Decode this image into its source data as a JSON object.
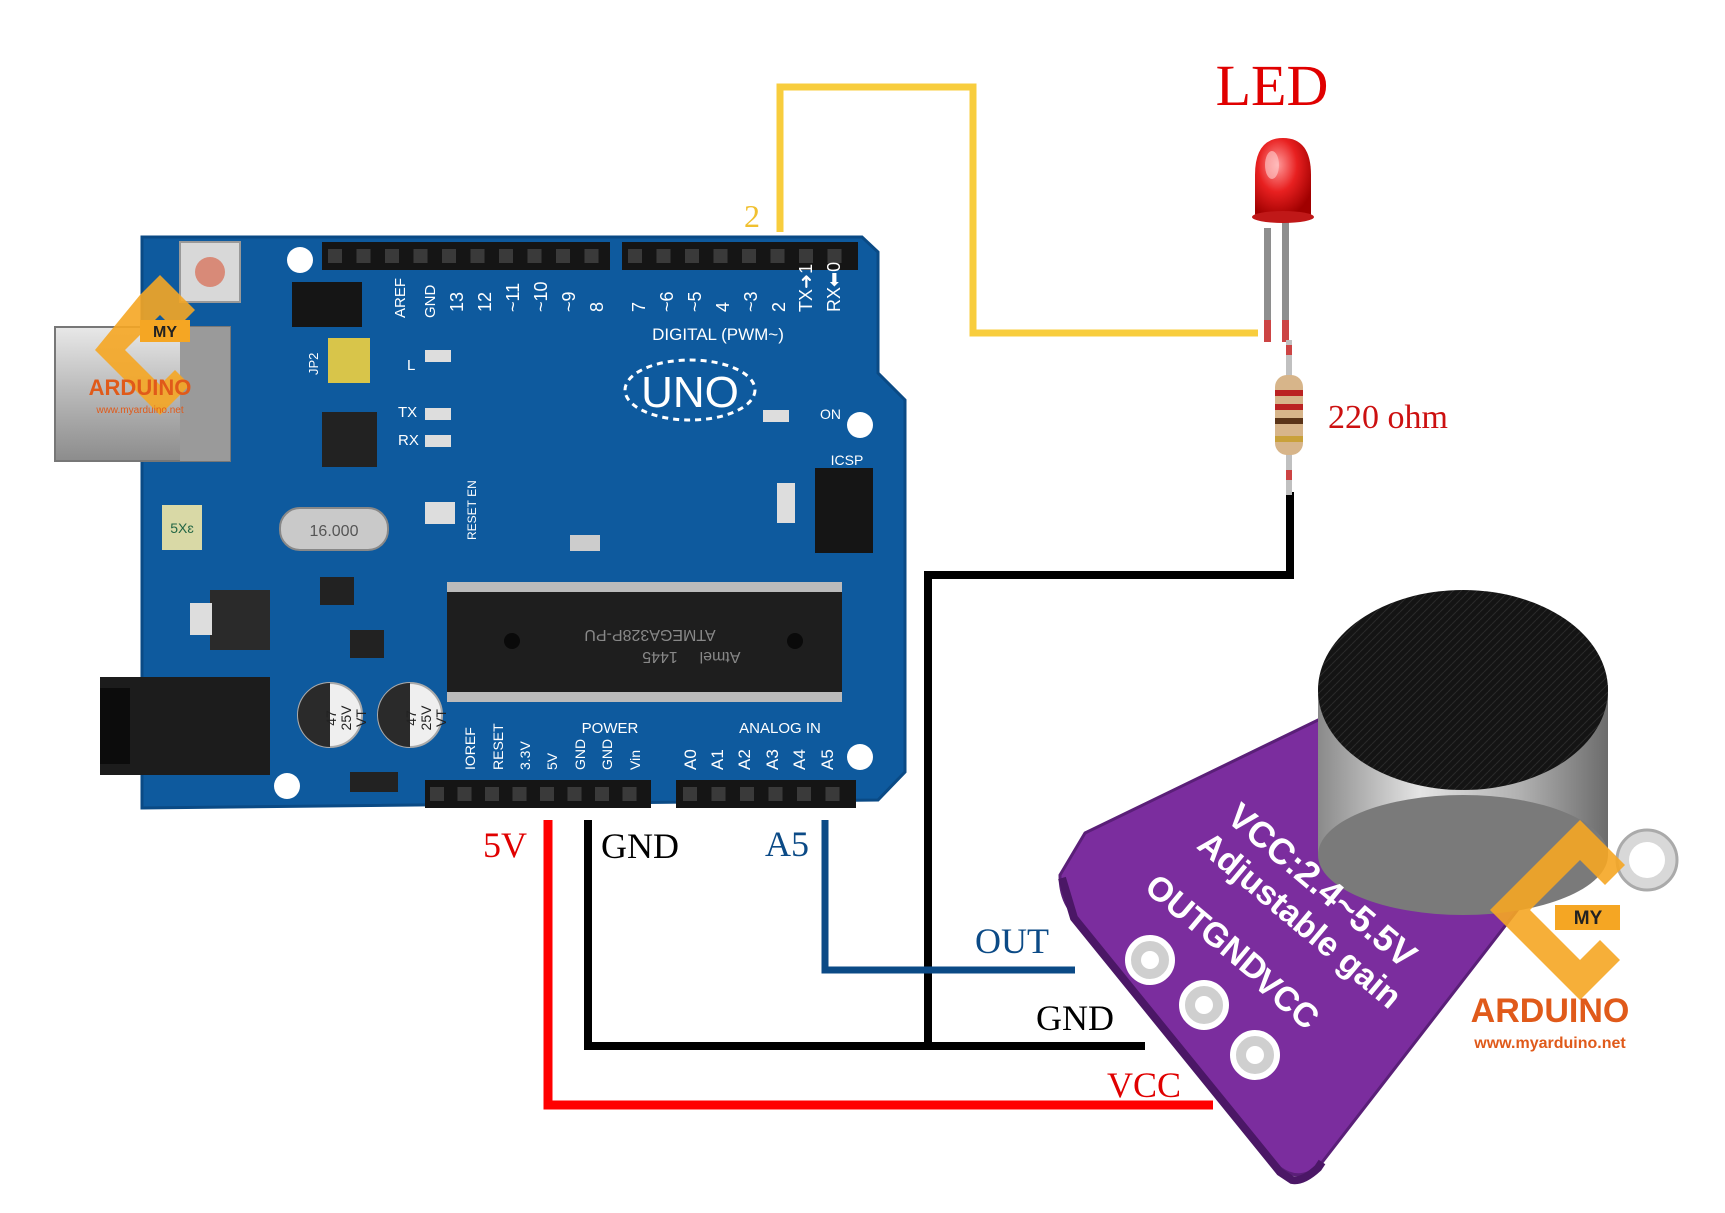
{
  "colors": {
    "signal_wire": "#f8cd3d",
    "ground_wire": "#000000",
    "power_wire": "#ff0000",
    "analog_wire": "#0b4a86",
    "board_blue": "#0e5a9e",
    "module_purple": "#7b2d9e",
    "led_red": "#e01818",
    "label_red": "#e00000",
    "label_blue": "#0b4a86",
    "label_yellow": "#f0c030"
  },
  "labels": {
    "led_title": "LED",
    "resistor": "220 ohm",
    "pin2": "2",
    "pin_5v": "5V",
    "pin_gnd": "GND",
    "pin_a5": "A5",
    "mod_out": "OUT",
    "mod_gnd": "GND",
    "mod_vcc": "VCC"
  },
  "arduino": {
    "model": "UNO",
    "digital_header": "DIGITAL (PWM~)",
    "aref": "AREF",
    "gnd": "GND",
    "digital_pins": [
      "13",
      "12",
      "~11",
      "~10",
      "~9",
      "8",
      "7",
      "~6",
      "~5",
      "4",
      "~3",
      "2",
      "TX➜1",
      "RX⬅0"
    ],
    "power_header": "POWER",
    "analog_header": "ANALOG IN",
    "power_pins": [
      "IOREF",
      "RESET",
      "3.3V",
      "5V",
      "GND",
      "GND",
      "Vin"
    ],
    "analog_pins": [
      "A0",
      "A1",
      "A2",
      "A3",
      "A4",
      "A5"
    ],
    "chip_line1": "ATMEGA328P-PU",
    "chip_line2": "1445",
    "chip_brand": "Atmel",
    "led_tx": "TX",
    "led_rx": "RX",
    "led_on": "ON",
    "led_l": "L",
    "icsp": "ICSP",
    "jp2": "JP2",
    "reset_en": "RESET EN",
    "fuse": "5Xɛ",
    "crystal": "16.000",
    "cap_text": [
      "47",
      "25V",
      "VT"
    ]
  },
  "module": {
    "line1": "VCC:2.4~5.5V",
    "line2": "Adjustable gain",
    "pins": [
      "OUT",
      "GND",
      "VCC"
    ]
  },
  "watermark": {
    "brand_top": "MY",
    "brand_main": "ARDUINO",
    "site": "www.myarduino.net"
  }
}
